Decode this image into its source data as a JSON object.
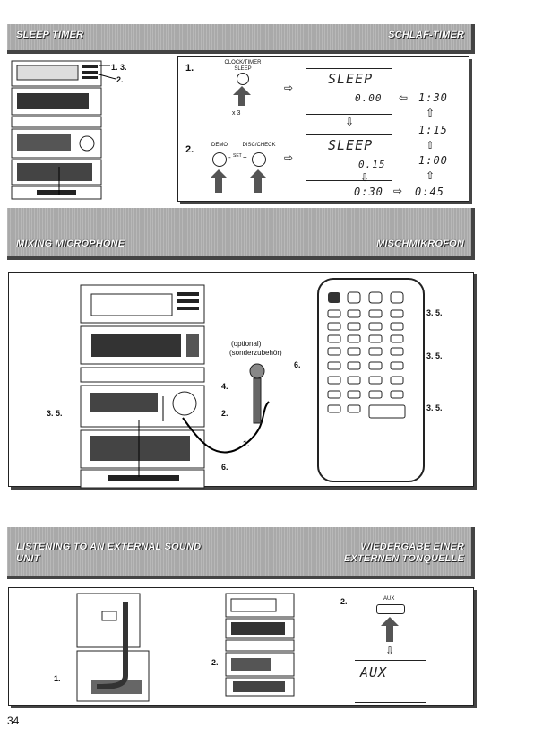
{
  "sections": {
    "sleep": {
      "en": "SLEEP TIMER",
      "de": "SCHLAF-TIMER"
    },
    "mic": {
      "en": "MIXING MICROPHONE",
      "de": "MISCHMIKROFON"
    },
    "ext": {
      "en": "LISTENING TO AN EXTERNAL SOUND UNIT",
      "de": "WIEDERGABE EINER EXTERNEN TONQUELLE"
    }
  },
  "sleep_panel": {
    "callout_13": "1. 3.",
    "callout_2": "2.",
    "step1": "1.",
    "step2": "2.",
    "btn_clock": "CLOCK/TIMER SLEEP",
    "times": "x 3",
    "btn_demo": "DEMO",
    "btn_disc": "DISC/CHECK",
    "set": "SET",
    "minus": "-",
    "plus": "+",
    "lcd_sleep_1": "SLEEP",
    "lcd_time_1": "0.00",
    "lcd_sleep_2": "SLEEP",
    "lcd_time_2": "0.15",
    "seq": [
      "1:30",
      "1:15",
      "1:00",
      "0:45",
      "0:30"
    ],
    "arrow_right": "⇨",
    "arrow_left": "⇦",
    "arrow_up": "⇧",
    "arrow_down": "⇩"
  },
  "mic_panel": {
    "optional": "(optional)",
    "optional_de": "(sonderzubehör)",
    "c4": "4.",
    "c35": "3. 5.",
    "c2": "2.",
    "c1": "1.",
    "c6": "6.",
    "r35a": "3. 5.",
    "r6": "6.",
    "r35b": "3. 5.",
    "r35c": "3. 5."
  },
  "ext_panel": {
    "c1": "1.",
    "c2": "2.",
    "step2": "2.",
    "aux_btn": "AUX",
    "lcd_aux": "AUX",
    "arrow_down": "⇩"
  },
  "page_number": "34"
}
